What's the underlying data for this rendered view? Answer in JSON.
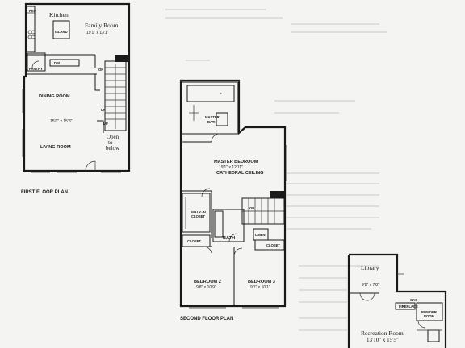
{
  "first_floor": {
    "title": "FIRST FLOOR PLAN",
    "ref": "REF",
    "kitchen": "Kitchen",
    "family_room": "Family Room",
    "family_room_dim": "19'1\" x 13'1\"",
    "island": "ISLAND",
    "pantry": "PANTRY",
    "dw": "DW",
    "up": "UP",
    "dining_room": "DINING ROOM",
    "dining_dim": "15'0\" x 15'8\"",
    "living_room": "LIVING ROOM",
    "open_to": "Open",
    "open_to_2": "to",
    "open_to_3": "below",
    "on": "ON",
    "up2": "UP"
  },
  "second_floor": {
    "title": "SECOND FLOOR PLAN",
    "master_bath": "MASTER",
    "master_bath_2": "BATH",
    "master_bedroom": "MASTER BEDROOM",
    "master_dim": "19'1\" x 12'11\"",
    "cathedral": "CATHEDRAL CEILING",
    "walk_in": "WALK-IN",
    "walk_in_2": "CLOSET",
    "bath": "BATH",
    "linen": "LINEN",
    "closet": "CLOSET",
    "closet2": "CLOSET",
    "on": "ON",
    "bedroom2": "BEDROOM 2",
    "bedroom2_dim": "9'8\" x 10'9\"",
    "bedroom3": "BEDROOM 3",
    "bedroom3_dim": "9'1\" x 10'1\""
  },
  "lower_level": {
    "library": "Library",
    "library_dim": "9'8\" x 7'8\"",
    "gas_fireplace": "GAS",
    "gas_fireplace_2": "FIREPLACE",
    "powder_room": "POWDER",
    "powder_room_2": "ROOM",
    "recreation": "Recreation Room",
    "recreation_dim": "13'10\" x 15'5\""
  }
}
